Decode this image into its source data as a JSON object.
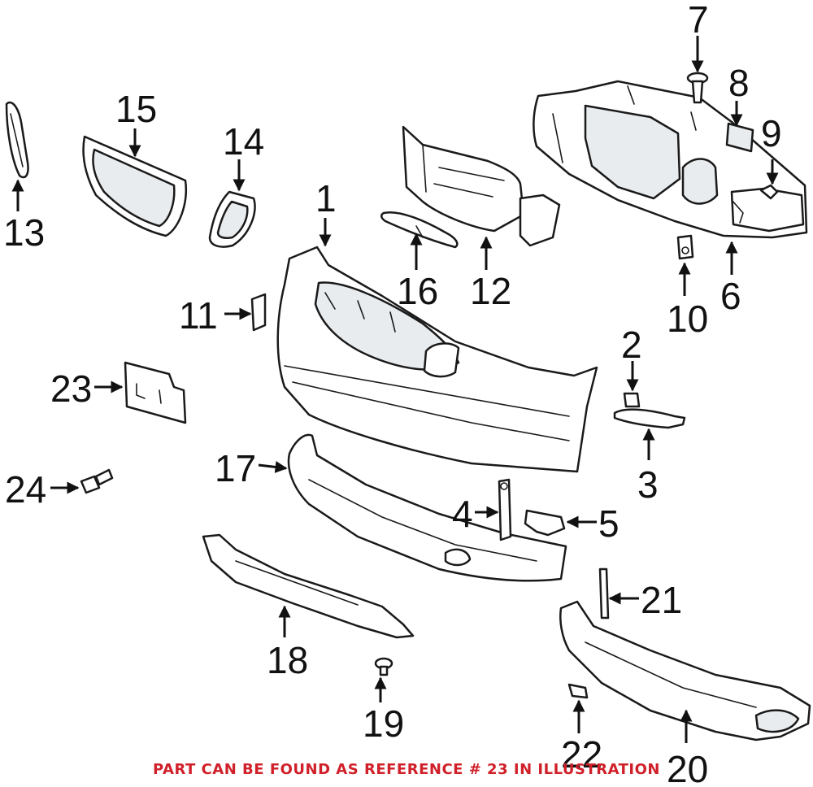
{
  "diagram": {
    "callouts": [
      "1",
      "2",
      "3",
      "4",
      "5",
      "6",
      "7",
      "8",
      "9",
      "10",
      "11",
      "12",
      "13",
      "14",
      "15",
      "16",
      "17",
      "18",
      "19",
      "20",
      "21",
      "22",
      "23",
      "24"
    ],
    "footer_note": "PART CAN BE FOUND AS REFERENCE # 23 IN ILLUSTRATION",
    "footer_color": "#d0202a"
  }
}
